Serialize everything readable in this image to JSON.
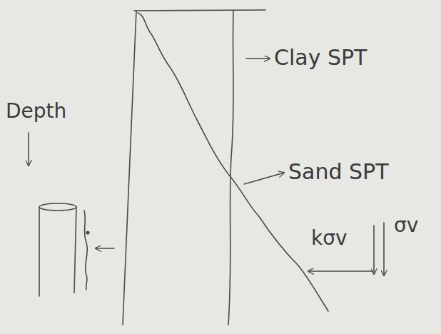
{
  "diagram": {
    "labels": [
      "Depth",
      "Clay SPT",
      "Sand SPT",
      "kσv",
      "σv"
    ]
  }
}
